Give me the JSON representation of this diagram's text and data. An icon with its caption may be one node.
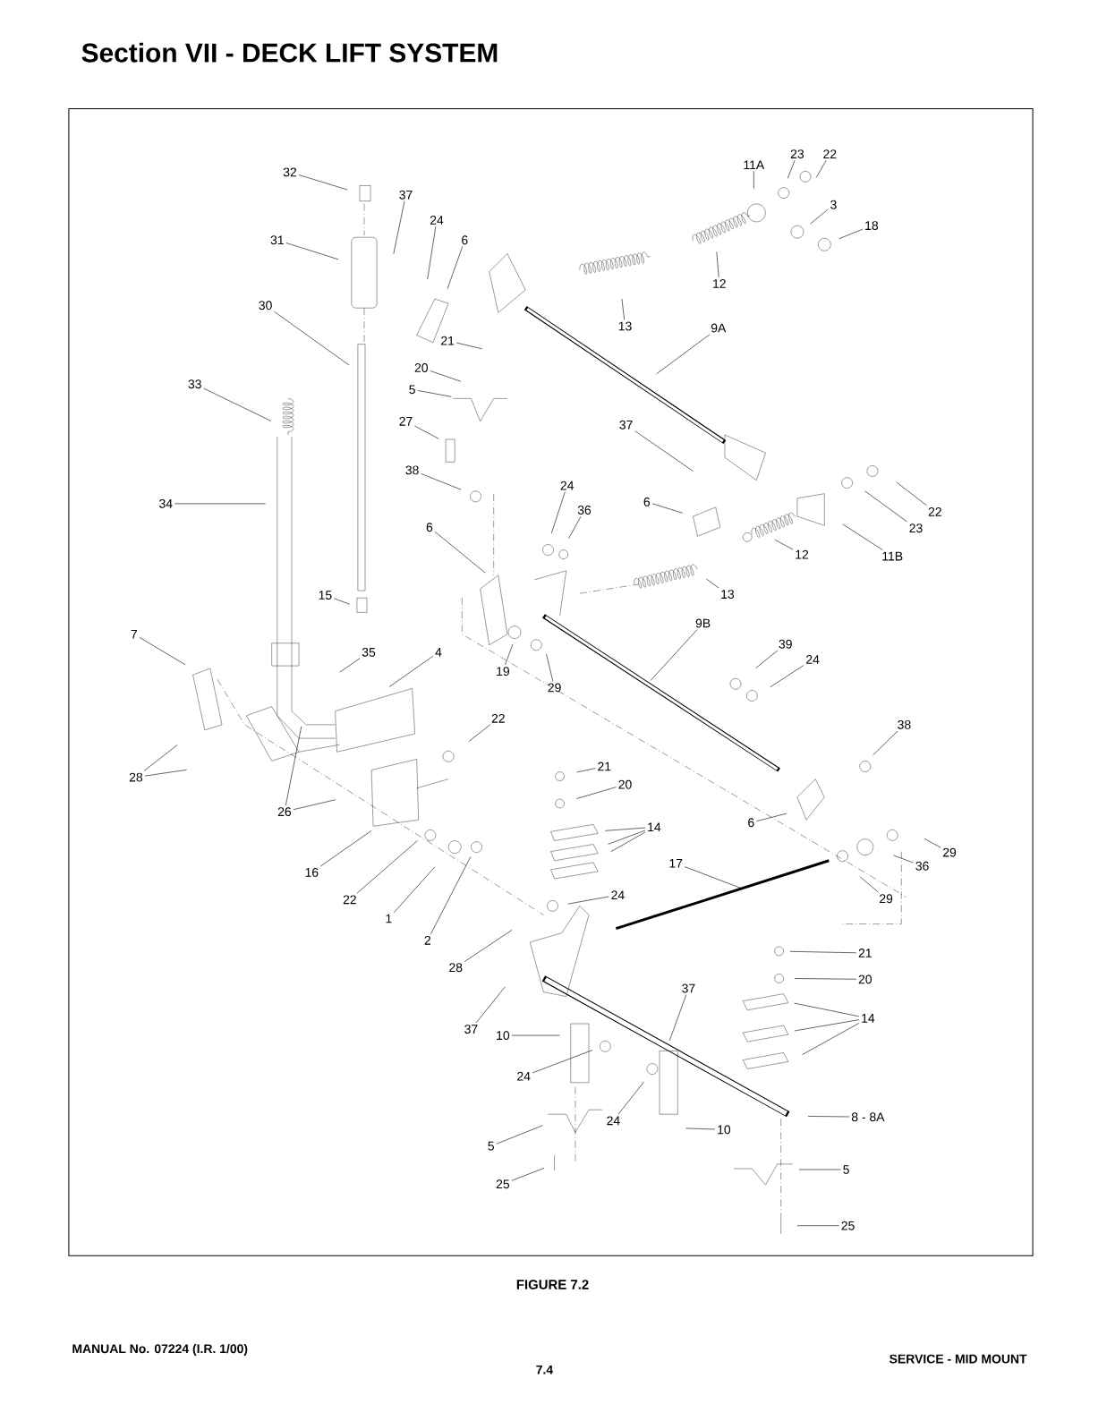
{
  "diagram": {
    "title": "Section VII - DECK LIFT SYSTEM",
    "caption": "FIGURE 7.2",
    "nodes": [
      {
        "text": [
          "32"
        ]
      },
      {
        "text": [
          "37"
        ]
      },
      {
        "text": [
          "24"
        ]
      },
      {
        "text": [
          "6"
        ]
      },
      {
        "text": [
          "31"
        ]
      },
      {
        "text": [
          "30"
        ]
      },
      {
        "text": [
          "33"
        ]
      },
      {
        "text": [
          "34"
        ]
      },
      {
        "text": [
          "21"
        ]
      },
      {
        "text": [
          "20"
        ]
      },
      {
        "text": [
          "5"
        ]
      },
      {
        "text": [
          "27"
        ]
      },
      {
        "text": [
          "11A"
        ]
      },
      {
        "text": [
          "23"
        ]
      },
      {
        "text": [
          "22"
        ]
      },
      {
        "text": [
          "3"
        ]
      },
      {
        "text": [
          "18"
        ]
      },
      {
        "text": [
          "12"
        ]
      },
      {
        "text": [
          "13"
        ]
      },
      {
        "text": [
          "9A"
        ]
      },
      {
        "text": [
          "37"
        ]
      },
      {
        "text": [
          "38"
        ]
      },
      {
        "text": [
          "24"
        ]
      },
      {
        "text": [
          "36"
        ]
      },
      {
        "text": [
          "6"
        ]
      },
      {
        "text": [
          "6"
        ]
      },
      {
        "text": [
          "22"
        ]
      },
      {
        "text": [
          "23"
        ]
      },
      {
        "text": [
          "12"
        ]
      },
      {
        "text": [
          "11B"
        ]
      },
      {
        "text": [
          "13"
        ]
      },
      {
        "text": [
          "15"
        ]
      },
      {
        "text": [
          "35"
        ]
      },
      {
        "text": [
          "4"
        ]
      },
      {
        "text": [
          "7"
        ]
      },
      {
        "text": [
          "9B"
        ]
      },
      {
        "text": [
          "39"
        ]
      },
      {
        "text": [
          "24"
        ]
      },
      {
        "text": [
          "19"
        ]
      },
      {
        "text": [
          "29"
        ]
      },
      {
        "text": [
          "22"
        ]
      },
      {
        "text": [
          "38"
        ]
      },
      {
        "text": [
          "28"
        ]
      },
      {
        "text": [
          "26"
        ]
      },
      {
        "text": [
          "21"
        ]
      },
      {
        "text": [
          "20"
        ]
      },
      {
        "text": [
          "14"
        ]
      },
      {
        "text": [
          "16"
        ]
      },
      {
        "text": [
          "6"
        ]
      },
      {
        "text": [
          "22"
        ]
      },
      {
        "text": [
          "1"
        ]
      },
      {
        "text": [
          "2"
        ]
      },
      {
        "text": [
          "17"
        ]
      },
      {
        "text": [
          "36"
        ]
      },
      {
        "text": [
          "29"
        ]
      },
      {
        "text": [
          "29"
        ]
      },
      {
        "text": [
          "24"
        ]
      },
      {
        "text": [
          "28"
        ]
      },
      {
        "text": [
          "37"
        ]
      },
      {
        "text": [
          "37"
        ]
      },
      {
        "text": [
          "10"
        ]
      },
      {
        "text": [
          "24"
        ]
      },
      {
        "text": [
          "21"
        ]
      },
      {
        "text": [
          "20"
        ]
      },
      {
        "text": [
          "14"
        ]
      },
      {
        "text": [
          "24"
        ]
      },
      {
        "text": [
          "10"
        ]
      },
      {
        "text": [
          "8 - 8A"
        ]
      },
      {
        "text": [
          "5"
        ]
      },
      {
        "text": [
          "25"
        ]
      },
      {
        "text": [
          "5"
        ]
      },
      {
        "text": [
          "25"
        ]
      }
    ],
    "edges": [
      {
        "from": 0,
        "to": null,
        "arrow": "none"
      },
      {
        "from": 1,
        "to": null,
        "arrow": "none"
      },
      {
        "from": 2,
        "to": null,
        "arrow": "none"
      },
      {
        "from": 3,
        "to": null,
        "arrow": "none"
      },
      {
        "from": 4,
        "to": null,
        "arrow": "none"
      },
      {
        "from": 5,
        "to": null,
        "arrow": "none"
      },
      {
        "from": 6,
        "to": null,
        "arrow": "none"
      },
      {
        "from": 7,
        "to": null,
        "arrow": "none"
      },
      {
        "from": 8,
        "to": null,
        "arrow": "none"
      },
      {
        "from": 9,
        "to": null,
        "arrow": "none"
      },
      {
        "from": 10,
        "to": null,
        "arrow": "none"
      },
      {
        "from": 11,
        "to": null,
        "arrow": "none"
      },
      {
        "from": 12,
        "to": null,
        "arrow": "none"
      },
      {
        "from": 13,
        "to": null,
        "arrow": "none"
      },
      {
        "from": 14,
        "to": null,
        "arrow": "none"
      },
      {
        "from": 15,
        "to": null,
        "arrow": "none"
      },
      {
        "from": 16,
        "to": null,
        "arrow": "none"
      },
      {
        "from": 17,
        "to": null,
        "arrow": "none"
      },
      {
        "from": 18,
        "to": null,
        "arrow": "none"
      },
      {
        "from": 19,
        "to": null,
        "arrow": "none"
      },
      {
        "from": 20,
        "to": null,
        "arrow": "none"
      },
      {
        "from": 21,
        "to": null,
        "arrow": "none"
      },
      {
        "from": 22,
        "to": null,
        "arrow": "none"
      },
      {
        "from": 23,
        "to": null,
        "arrow": "none"
      },
      {
        "from": 24,
        "to": null,
        "arrow": "none"
      },
      {
        "from": 25,
        "to": null,
        "arrow": "none"
      },
      {
        "from": 26,
        "to": null,
        "arrow": "none"
      },
      {
        "from": 27,
        "to": null,
        "arrow": "none"
      },
      {
        "from": 28,
        "to": null,
        "arrow": "none"
      },
      {
        "from": 29,
        "to": null,
        "arrow": "none"
      },
      {
        "from": 30,
        "to": null,
        "arrow": "none"
      },
      {
        "from": 31,
        "to": null,
        "arrow": "none"
      },
      {
        "from": 32,
        "to": null,
        "arrow": "none"
      },
      {
        "from": 33,
        "to": null,
        "arrow": "none"
      },
      {
        "from": 34,
        "to": null,
        "arrow": "none"
      },
      {
        "from": 35,
        "to": null,
        "arrow": "none"
      },
      {
        "from": 36,
        "to": null,
        "arrow": "none"
      },
      {
        "from": 37,
        "to": null,
        "arrow": "none"
      },
      {
        "from": 38,
        "to": null,
        "arrow": "none"
      },
      {
        "from": 39,
        "to": null,
        "arrow": "none"
      },
      {
        "from": 40,
        "to": null,
        "arrow": "none"
      },
      {
        "from": 41,
        "to": null,
        "arrow": "none"
      },
      {
        "from": 42,
        "to": null,
        "arrow": "none"
      },
      {
        "from": 42,
        "to": null,
        "arrow": "none"
      },
      {
        "from": 43,
        "to": null,
        "arrow": "none"
      },
      {
        "from": 43,
        "to": null,
        "arrow": "none"
      },
      {
        "from": 44,
        "to": null,
        "arrow": "none"
      },
      {
        "from": 45,
        "to": null,
        "arrow": "none"
      },
      {
        "from": 46,
        "to": null,
        "arrow": "none"
      },
      {
        "from": 46,
        "to": null,
        "arrow": "none"
      },
      {
        "from": 46,
        "to": null,
        "arrow": "none"
      },
      {
        "from": 47,
        "to": null,
        "arrow": "none"
      },
      {
        "from": 48,
        "to": null,
        "arrow": "none"
      },
      {
        "from": 49,
        "to": null,
        "arrow": "none"
      },
      {
        "from": 50,
        "to": null,
        "arrow": "none"
      },
      {
        "from": 51,
        "to": null,
        "arrow": "none"
      },
      {
        "from": 52,
        "to": null,
        "arrow": "none"
      },
      {
        "from": 53,
        "to": null,
        "arrow": "none"
      },
      {
        "from": 54,
        "to": null,
        "arrow": "none"
      },
      {
        "from": 55,
        "to": null,
        "arrow": "none"
      },
      {
        "from": 56,
        "to": null,
        "arrow": "none"
      },
      {
        "from": 57,
        "to": null,
        "arrow": "none"
      },
      {
        "from": 58,
        "to": null,
        "arrow": "none"
      },
      {
        "from": 59,
        "to": null,
        "arrow": "none"
      },
      {
        "from": 60,
        "to": null,
        "arrow": "none"
      },
      {
        "from": 61,
        "to": null,
        "arrow": "none"
      },
      {
        "from": 62,
        "to": null,
        "arrow": "none"
      },
      {
        "from": 63,
        "to": null,
        "arrow": "none"
      },
      {
        "from": 64,
        "to": null,
        "arrow": "none"
      },
      {
        "from": 64,
        "to": null,
        "arrow": "none"
      },
      {
        "from": 64,
        "to": null,
        "arrow": "none"
      },
      {
        "from": 65,
        "to": null,
        "arrow": "none"
      },
      {
        "from": 66,
        "to": null,
        "arrow": "none"
      },
      {
        "from": 67,
        "to": null,
        "arrow": "none"
      },
      {
        "from": 68,
        "to": null,
        "arrow": "none"
      },
      {
        "from": 69,
        "to": null,
        "arrow": "none"
      },
      {
        "from": 70,
        "to": null,
        "arrow": "none"
      },
      {
        "from": 71,
        "to": null,
        "arrow": "none"
      }
    ],
    "labels": [
      "MANUAL No. 07224 (I.R. 1/00)",
      "7.4",
      "SERVICE - MID MOUNT"
    ]
  }
}
